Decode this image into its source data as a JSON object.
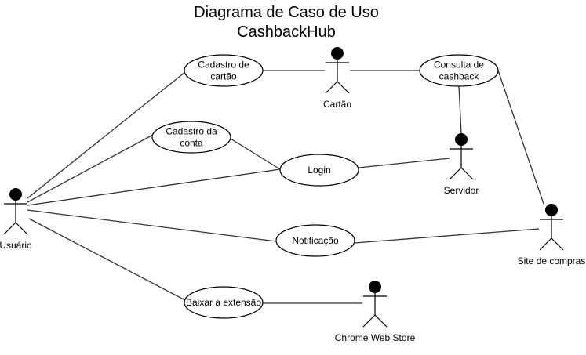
{
  "diagram": {
    "title_lines": [
      "Diagrama de Caso de Uso",
      "CashbackHub"
    ],
    "actors": [
      {
        "id": "usuario",
        "label": "Usuário"
      },
      {
        "id": "cartao",
        "label": "Cartão"
      },
      {
        "id": "servidor",
        "label": "Servidor"
      },
      {
        "id": "site_compras",
        "label": "Site de compras"
      },
      {
        "id": "chrome_store",
        "label": "Chrome Web Store"
      }
    ],
    "use_cases": [
      {
        "id": "cadastro_cartao",
        "lines": [
          "Cadastro de",
          "cartão"
        ]
      },
      {
        "id": "consulta_cashback",
        "lines": [
          "Consulta de",
          "cashback"
        ]
      },
      {
        "id": "cadastro_conta",
        "lines": [
          "Cadastro da",
          "conta"
        ]
      },
      {
        "id": "login",
        "lines": [
          "Login"
        ]
      },
      {
        "id": "notificacao",
        "lines": [
          "Notificação"
        ]
      },
      {
        "id": "baixar_extensao",
        "lines": [
          "Baixar a extensão"
        ]
      }
    ],
    "associations": [
      [
        "usuario",
        "cadastro_cartao"
      ],
      [
        "usuario",
        "cadastro_conta"
      ],
      [
        "usuario",
        "login"
      ],
      [
        "usuario",
        "notificacao"
      ],
      [
        "usuario",
        "baixar_extensao"
      ],
      [
        "cadastro_cartao",
        "cartao"
      ],
      [
        "cartao",
        "consulta_cashback"
      ],
      [
        "consulta_cashback",
        "servidor"
      ],
      [
        "consulta_cashback",
        "site_compras"
      ],
      [
        "cadastro_conta",
        "login"
      ],
      [
        "login",
        "servidor"
      ],
      [
        "notificacao",
        "site_compras"
      ],
      [
        "baixar_extensao",
        "chrome_store"
      ]
    ]
  }
}
